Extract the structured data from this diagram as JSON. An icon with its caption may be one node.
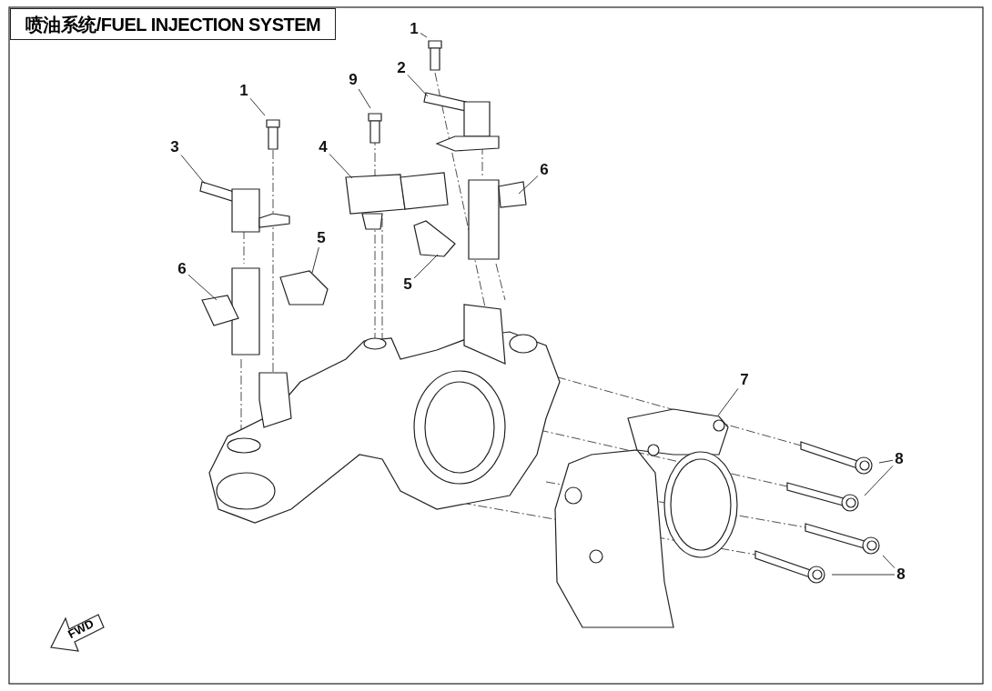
{
  "diagram": {
    "title": "喷油系统/FUEL INJECTION SYSTEM",
    "nodes": [
      {
        "text": [
          "1"
        ]
      },
      {
        "text": [
          "2"
        ]
      },
      {
        "text": [
          "9"
        ]
      },
      {
        "text": [
          "1"
        ]
      },
      {
        "text": [
          "3"
        ]
      },
      {
        "text": [
          "4"
        ]
      },
      {
        "text": [
          "6"
        ]
      },
      {
        "text": [
          "5"
        ]
      },
      {
        "text": [
          "6"
        ]
      },
      {
        "text": [
          "5"
        ]
      },
      {
        "text": [
          "7"
        ]
      },
      {
        "text": [
          "8"
        ]
      },
      {
        "text": [
          "8"
        ]
      }
    ],
    "edges": [
      {
        "from": 0,
        "to": null,
        "arrow": "none"
      },
      {
        "from": 1,
        "to": null,
        "arrow": "none"
      },
      {
        "from": 2,
        "to": null,
        "arrow": "none"
      },
      {
        "from": 3,
        "to": null,
        "arrow": "none"
      },
      {
        "from": 4,
        "to": null,
        "arrow": "none"
      },
      {
        "from": 5,
        "to": null,
        "arrow": "none"
      },
      {
        "from": 6,
        "to": null,
        "arrow": "none"
      },
      {
        "from": 7,
        "to": null,
        "arrow": "none"
      },
      {
        "from": 8,
        "to": null,
        "arrow": "none"
      },
      {
        "from": 9,
        "to": null,
        "arrow": "none"
      },
      {
        "from": 10,
        "to": null,
        "arrow": "none"
      },
      {
        "from": 11,
        "to": null,
        "arrow": "none"
      },
      {
        "from": 11,
        "to": null,
        "arrow": "none"
      },
      {
        "from": 12,
        "to": null,
        "arrow": "none"
      },
      {
        "from": 12,
        "to": null,
        "arrow": "none"
      }
    ],
    "labels": [
      "FWD"
    ]
  }
}
